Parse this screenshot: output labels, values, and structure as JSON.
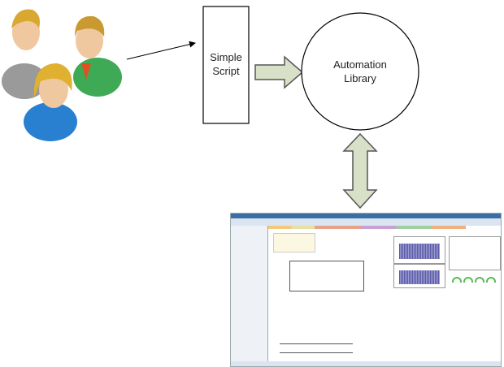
{
  "nodes": {
    "users": {
      "icon": "users-group-icon"
    },
    "script": {
      "label_line1": "Simple",
      "label_line2": "Script"
    },
    "library": {
      "label_line1": "Automation",
      "label_line2": "Library"
    },
    "application": {
      "icon": "simulation-app-screenshot"
    }
  },
  "colors": {
    "arrow_fill": "#d8e1c8",
    "arrow_stroke": "#555555",
    "box_stroke": "#000000"
  }
}
